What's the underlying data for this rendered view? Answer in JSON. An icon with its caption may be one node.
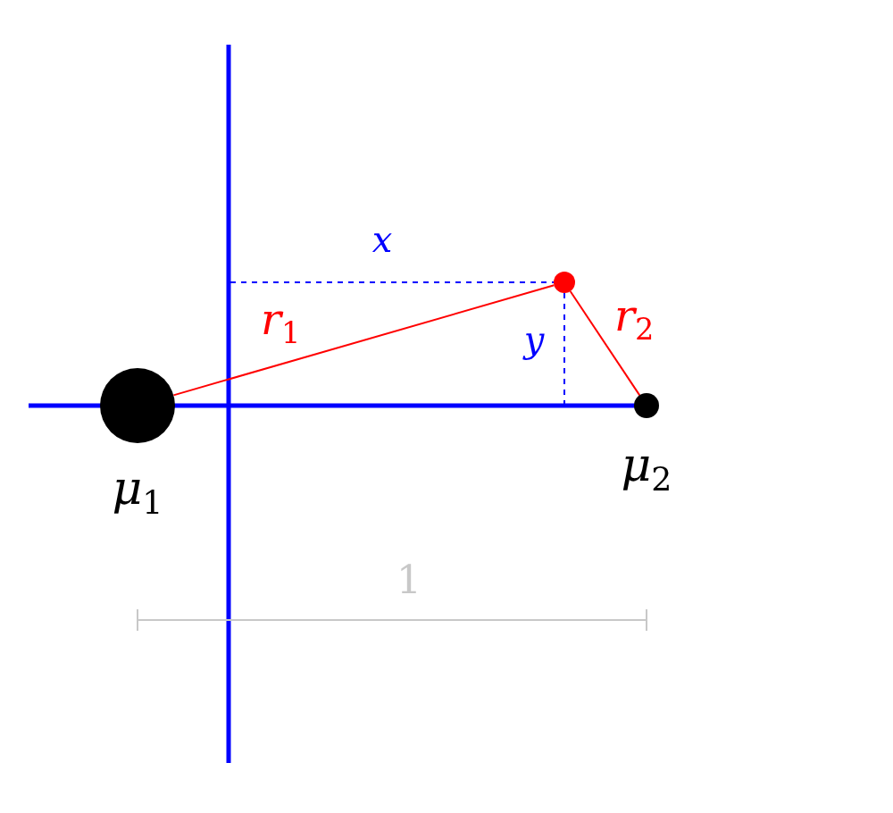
{
  "diagram": {
    "nodes": [
      {
        "text": [
          "μ$_{1}$"
        ]
      },
      {
        "text": [],
        "shape": "circle"
      },
      {
        "text": [
          "μ$_{2}$"
        ]
      }
    ],
    "edges": [
      {
        "from": 0,
        "to": 1,
        "arrow": "none",
        "label": "r$_{1}$",
        "color": "#ff0000"
      },
      {
        "from": 1,
        "to": 2,
        "arrow": "none",
        "label": "r$_{2}$",
        "color": "#ff0000"
      }
    ],
    "labels": [
      "x",
      "y",
      "1"
    ]
  }
}
